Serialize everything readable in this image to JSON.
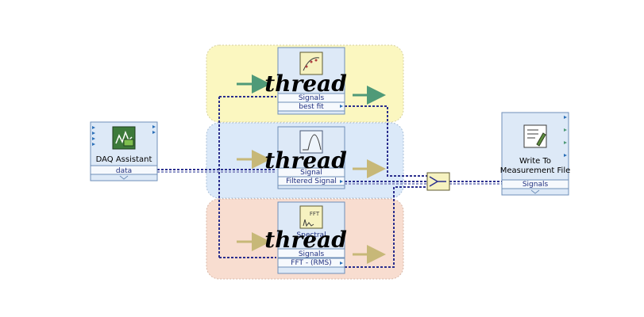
{
  "colors": {
    "panel_yellow": "#fbf7c0",
    "panel_blue": "#dbe9f9",
    "panel_red": "#f8ddd0",
    "block_fill": "#dde9f7",
    "block_stroke": "#6f8fb8",
    "wire_dynamic": "#2b2f8e",
    "arrow_green": "#4f9a78",
    "arrow_tan": "#c7b878",
    "thread_text": "#000000"
  },
  "daq_assistant": {
    "title": "DAQ Assistant",
    "terminal": "data"
  },
  "threads": [
    {
      "label": "thread",
      "input_label": "Signals",
      "output_label": "best fit",
      "icon": "curve-fit-icon"
    },
    {
      "label": "thread",
      "input_label": "Signal",
      "output_label": "Filtered Signal",
      "icon": "filter-icon"
    },
    {
      "label": "thread",
      "input_label": "Signals",
      "output_label": "FFT - (RMS)",
      "icon": "fft-spectral-icon",
      "extra_label": "Spectral"
    }
  ],
  "write_file": {
    "title_line1": "Write To",
    "title_line2": "Measurement File",
    "terminal": "Signals"
  },
  "merge": {
    "icon": "merge-signals-icon"
  }
}
